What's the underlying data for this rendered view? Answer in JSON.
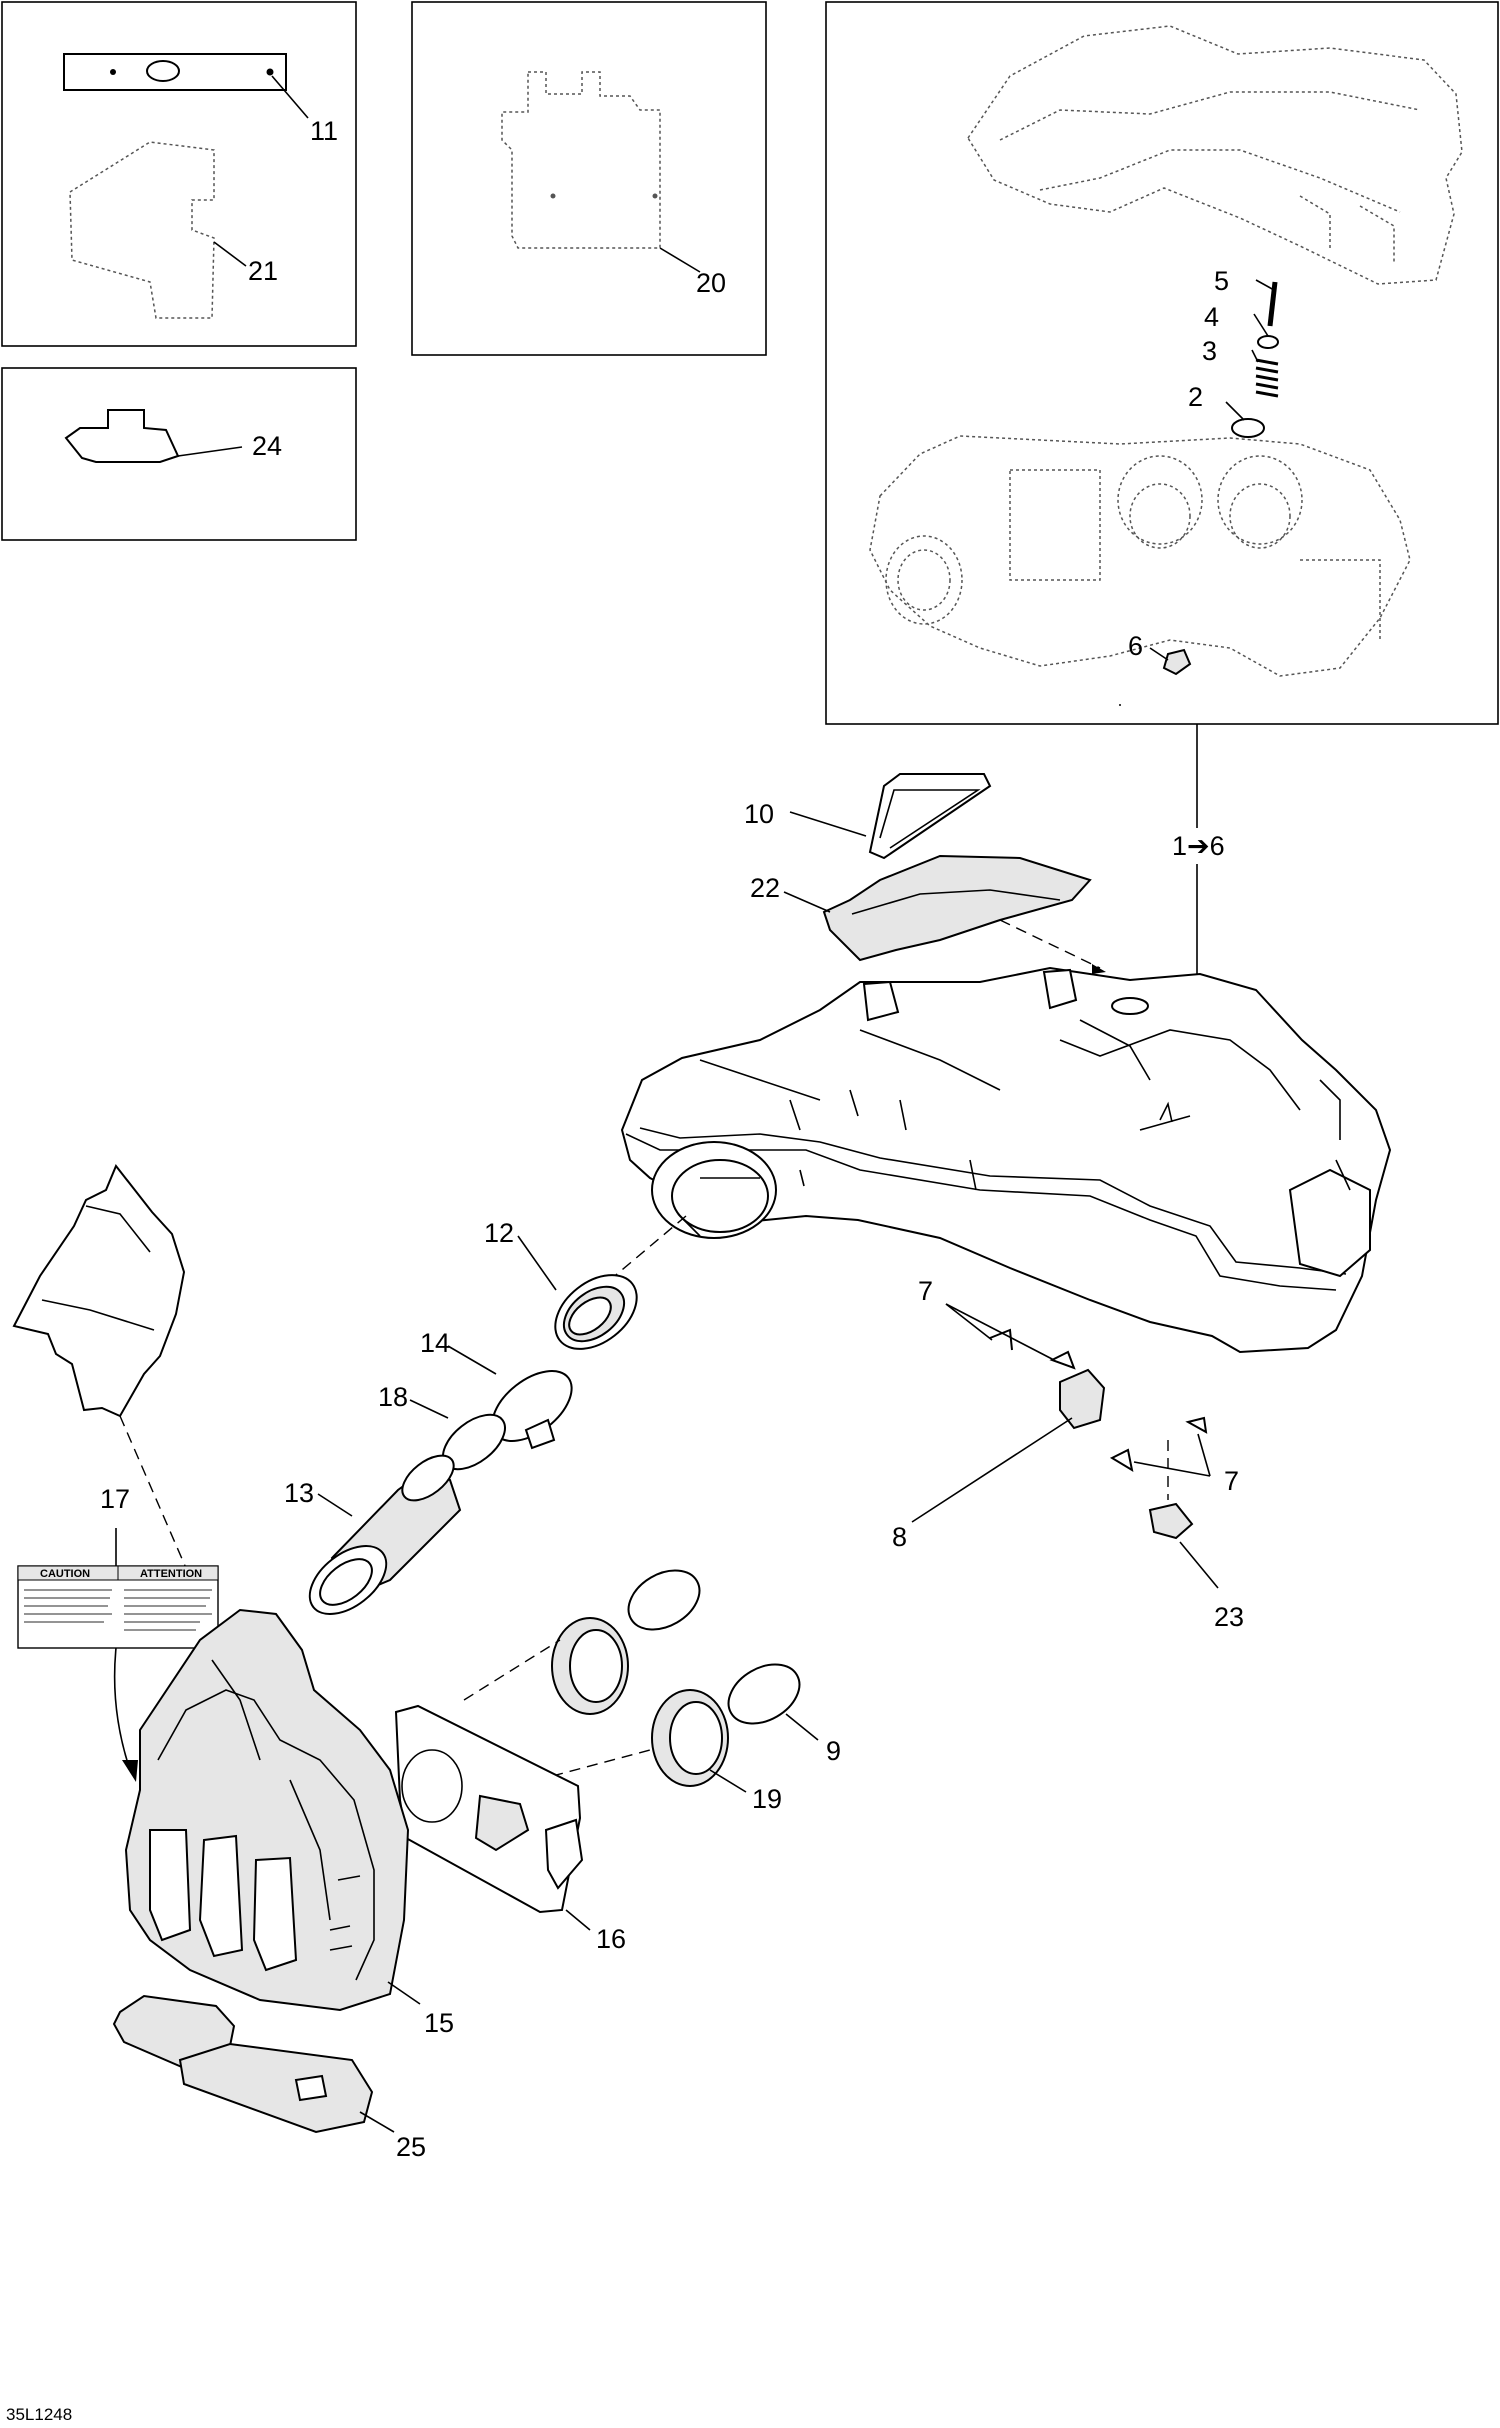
{
  "figure_id": "35L1248",
  "link_label": "1➔6",
  "callouts": {
    "c1": "2",
    "c2": "3",
    "c3": "4",
    "c4": "5",
    "c5": "6",
    "c6": "7",
    "c7": "7",
    "c8": "8",
    "c9": "9",
    "c10": "10",
    "c11": "11",
    "c12": "12",
    "c13": "13",
    "c14": "14",
    "c15": "15",
    "c16": "16",
    "c17": "17",
    "c18": "18",
    "c19": "19",
    "c20": "20",
    "c21": "21",
    "c22": "22",
    "c23": "23",
    "c24": "24",
    "c25": "25"
  },
  "decal": {
    "left_header": "CAUTION",
    "right_header": "ATTENTION"
  }
}
